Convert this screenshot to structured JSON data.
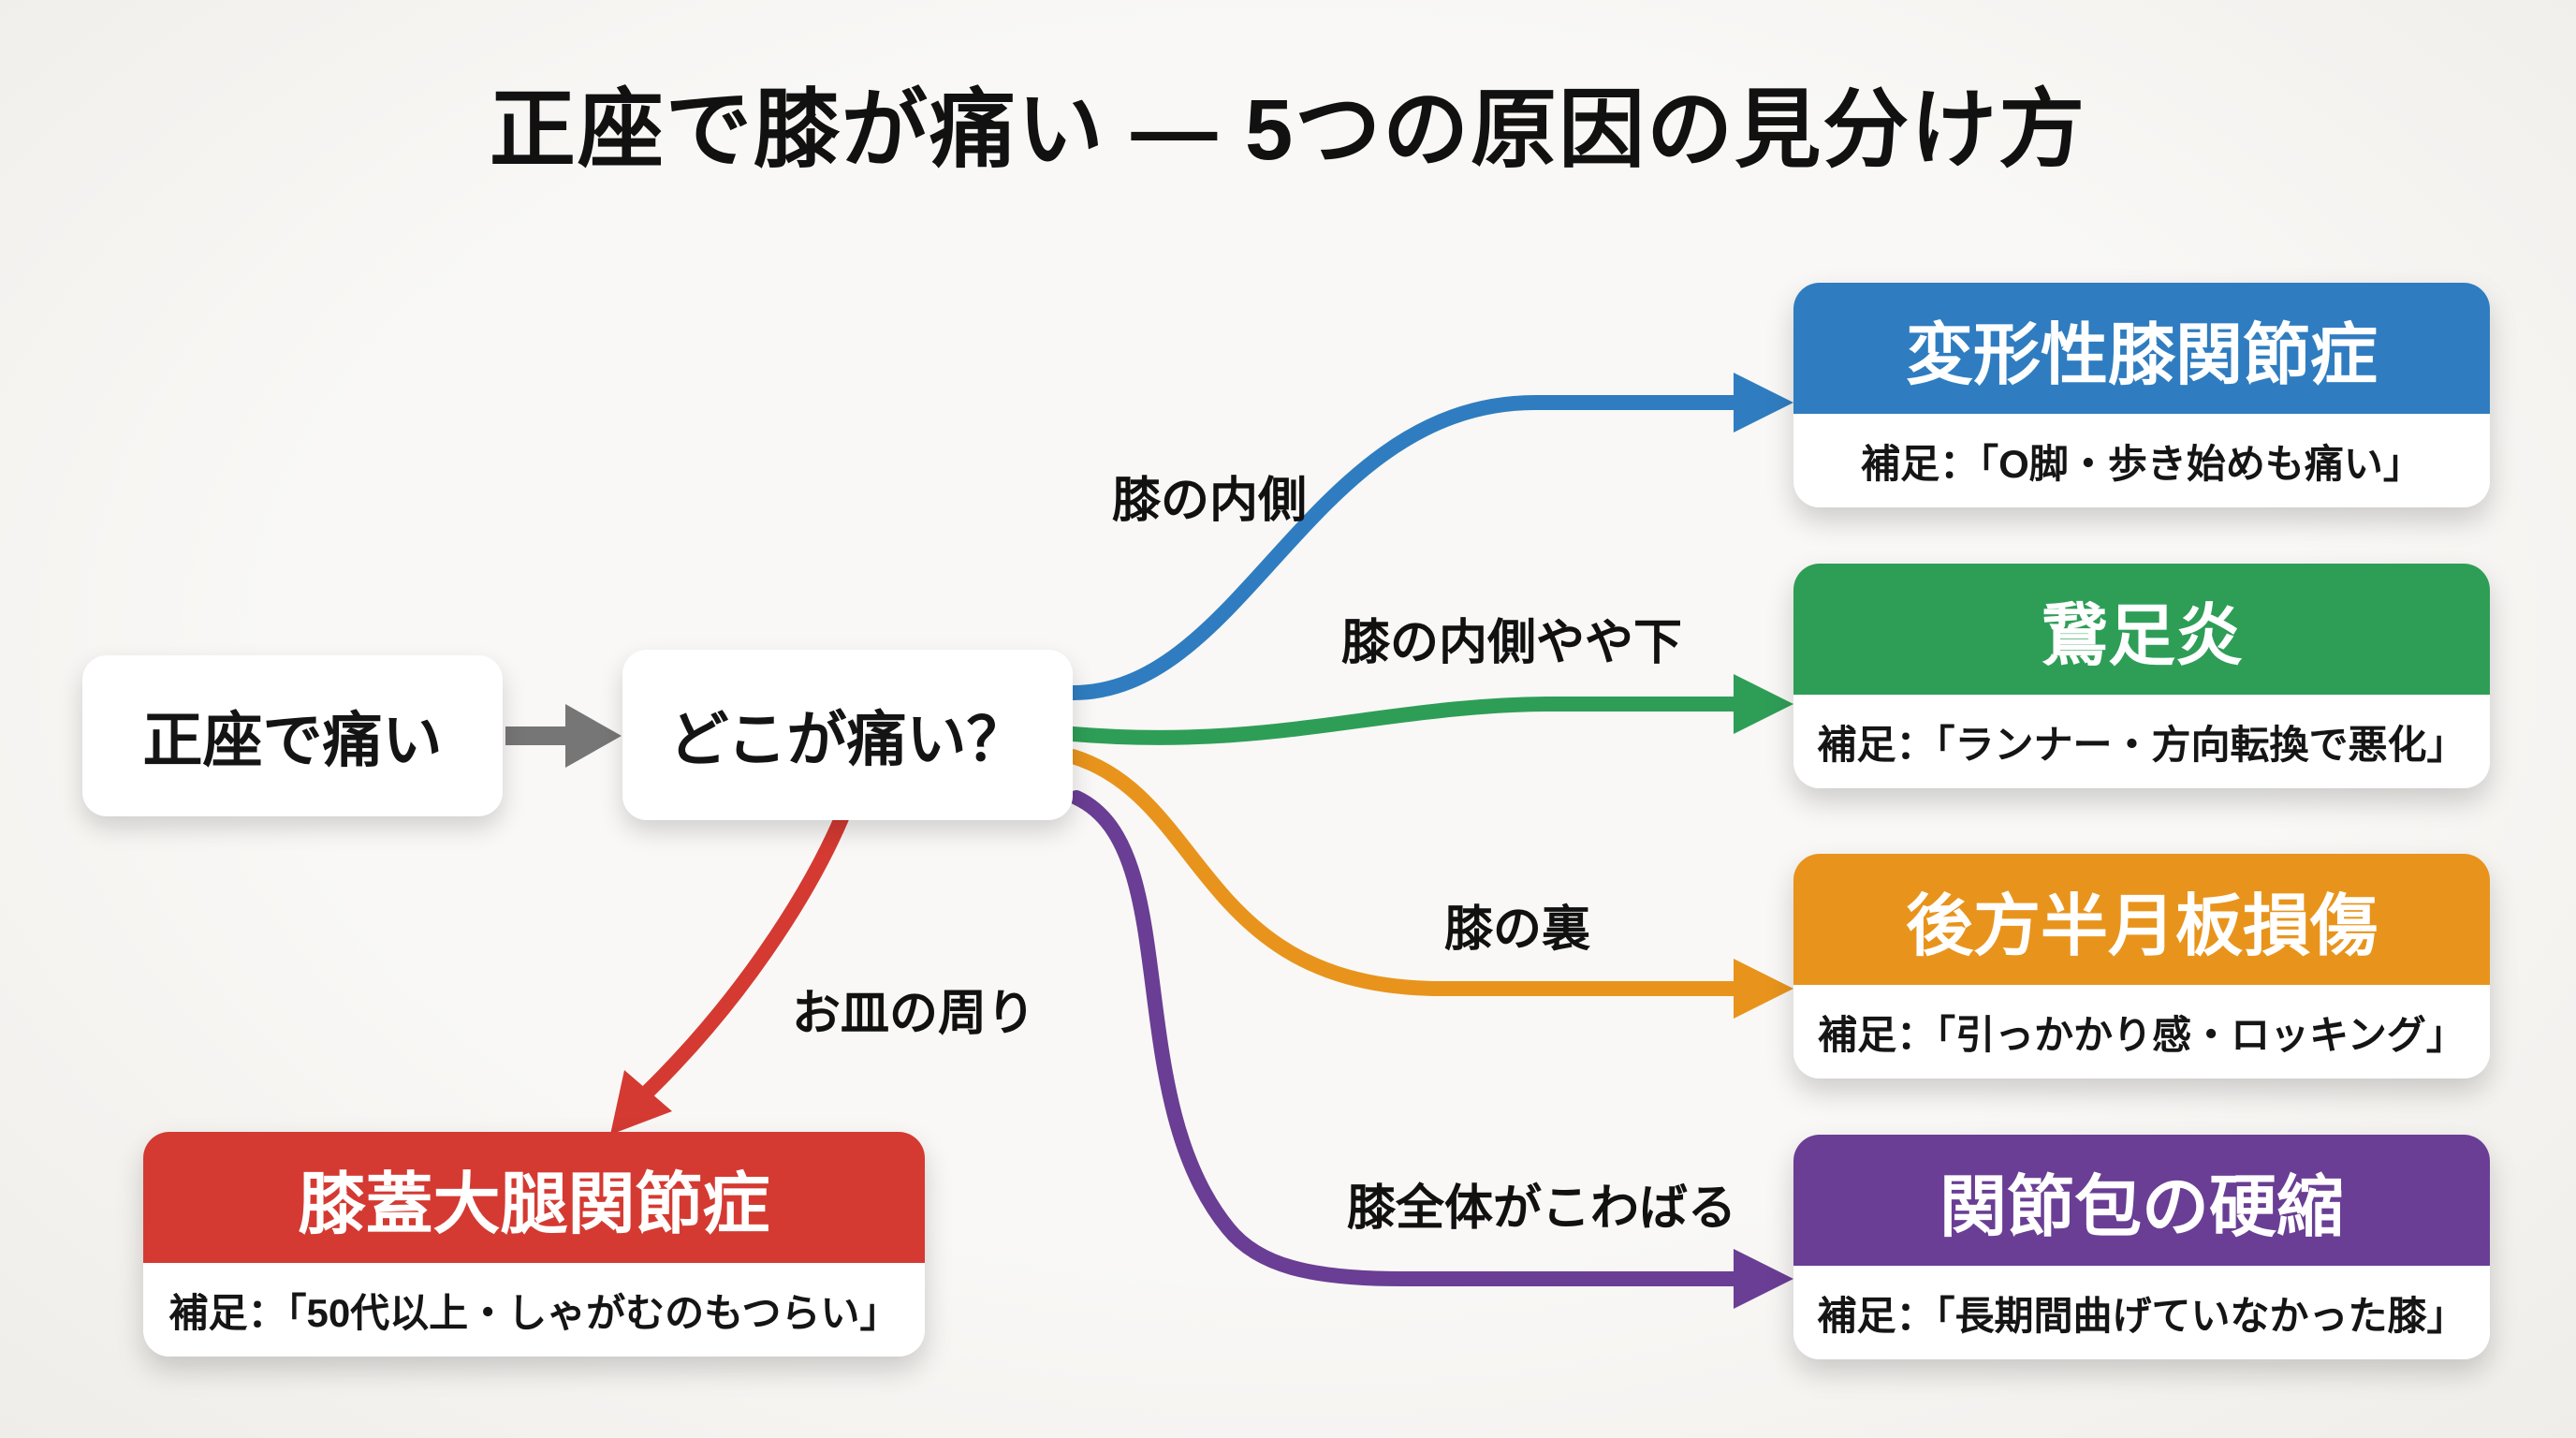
{
  "title": "正座で膝が痛い — 5つの原因の見分け方",
  "colors": {
    "background": "#f7f6f3",
    "arrow_gray": "#767676",
    "text": "#111111",
    "blue": "#2f7dc0",
    "green": "#2e9e57",
    "orange": "#e8941c",
    "purple": "#6a3e94",
    "red": "#d43a32"
  },
  "flow": {
    "start": {
      "label": "正座で痛い"
    },
    "question": {
      "label": "どこが痛い？"
    }
  },
  "causes": [
    {
      "edge_label": "膝の内側",
      "title": "変形性膝関節症",
      "note": "補足：「O脚・歩き始めも痛い」",
      "color": "#2f7dc0"
    },
    {
      "edge_label": "膝の内側やや下",
      "title": "鵞足炎",
      "note": "補足：「ランナー・方向転換で悪化」",
      "color": "#2e9e57"
    },
    {
      "edge_label": "膝の裏",
      "title": "後方半月板損傷",
      "note": "補足：「引っかかり感・ロッキング」",
      "color": "#e8941c"
    },
    {
      "edge_label": "膝全体がこわばる",
      "title": "関節包の硬縮",
      "note": "補足：「長期間曲げていなかった膝」",
      "color": "#6a3e94"
    },
    {
      "edge_label": "お皿の周り",
      "title": "膝蓋大腿関節症",
      "note": "補足：「50代以上・しゃがむのもつらい」",
      "color": "#d43a32"
    }
  ]
}
